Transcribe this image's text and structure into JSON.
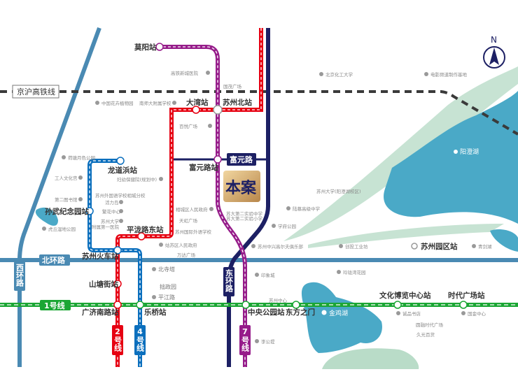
{
  "colors": {
    "line1": "#1ba634",
    "line2": "#e60012",
    "line4": "#0b6fbd",
    "line7": "#961c8a",
    "navy": "#1d2064",
    "ring": "#4a8ab3",
    "hsr": "#3a3a3a",
    "lake": "#4aa9c7",
    "green": "#a9d3bd"
  },
  "compass": {
    "label": "N"
  },
  "hsr": {
    "label": "京沪高铁线"
  },
  "roads": {
    "north": "北环路",
    "west": "西环路",
    "east": "东环路",
    "fuyuan": "富元路"
  },
  "lines": {
    "l1": "1号线",
    "l2": "2号线",
    "l4": "4号线",
    "l7": "7号线"
  },
  "project": {
    "label": "本案"
  },
  "stations": {
    "moyang": "莫阳站",
    "dawan": "大湾站",
    "suzhou_north": "苏州北站",
    "fuyuanlu": "富元路站",
    "longdaobang": "龙道浜站",
    "sunwu": "孙武纪念园站",
    "pinglong_east": "平泷路东站",
    "suzhou_rail": "苏州火车站",
    "shantangjie": "山塘街站",
    "guangji_south": "广济南路站",
    "leqiao": "乐桥站",
    "central_park": "中央公园站",
    "dongfang": "东方之门",
    "culture_expo": "文化博览中心站",
    "times_square": "时代广场站",
    "sip": "苏州园区站"
  },
  "lakes": {
    "yangcheng": "阳澄湖",
    "jinji": "金鸡湖"
  },
  "pois": {
    "hospital_hsr": "高铁新城医院",
    "guomao": "国茂广场",
    "flower_garden": "中国花卉植物园",
    "nanshi_school": "南师大附属学校",
    "baiyue": "百悦广场",
    "bucet": "北京化工大学",
    "film_base": "电影频道制作基地",
    "hetang_park": "荷塘月色公园",
    "workers_palace": "工人文化宫",
    "library2": "第二图书馆",
    "huqiu_park": "虎丘湿地公园",
    "maternity": "妇幼保健院(规划中)",
    "sfls_xc": "苏州外国语学校相城分校",
    "huolidao": "活力岛",
    "fanhua": "繁花中心",
    "suda_hosp1": "苏州大学",
    "suda_hosp2": "附属第一医院",
    "xc_gov": "相城区人民政府",
    "tianhong": "天虹广场",
    "sfls": "苏州国际外语学校",
    "gusu_gov": "姑苏区人民政府",
    "wanda": "万达广场",
    "suda_exp1": "苏大第二实验中学",
    "suda_exp2": "苏大第二实验小学",
    "suda_yc": "苏州大学(阳澄湖校区)",
    "lumu_high": "陆慕高级中学",
    "xuefu_park": "学府公园",
    "golf": "苏州中兴高尔夫俱乐部",
    "chuangtou": "创投工业坊",
    "qingjianhu": "青剑湖",
    "beisita": "北寺塔",
    "zhuozhengyuan": "拙政园",
    "pingjianglu": "平江路",
    "yinxiangcheng": "印象城",
    "linglong": "玲珑湾花园",
    "suzhou_center": "苏州中心",
    "eslite": "诚品书店",
    "guojin": "国金中心",
    "times_plaza": "圆融时代广场",
    "jiuguang": "久光百货",
    "ligongdi": "李公堤"
  }
}
